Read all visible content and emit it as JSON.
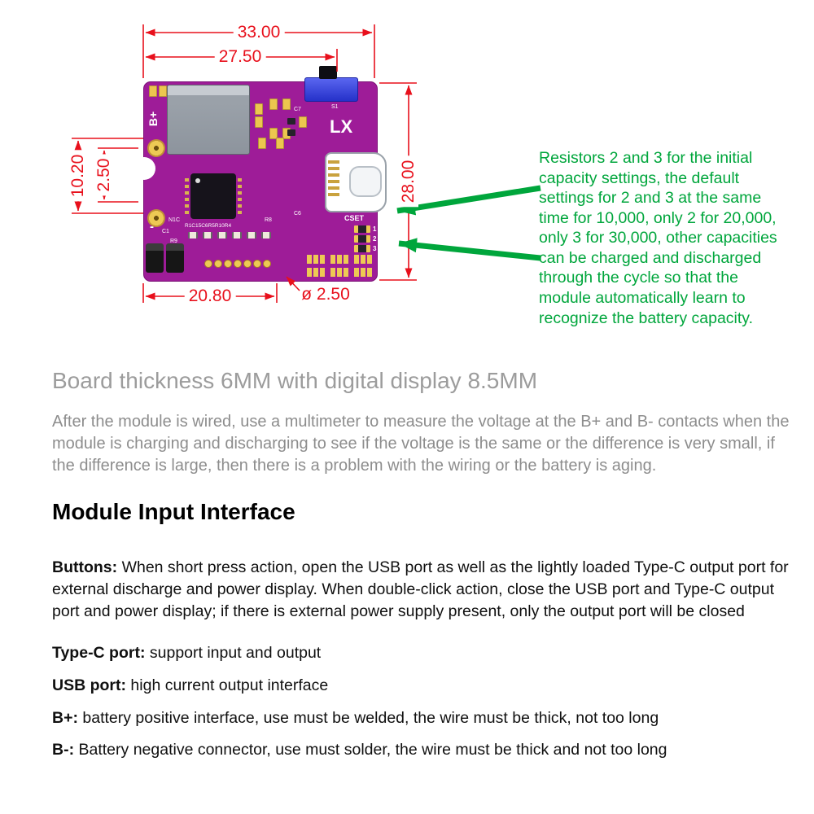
{
  "colors": {
    "dimension_red": "#e8101c",
    "note_green": "#00a63c",
    "pcb_purple": "#9e1c98",
    "pad_gold": "#edc954"
  },
  "diagram": {
    "dimensions": {
      "outer_width": "33.00",
      "inner_width": "27.50",
      "left_outer": "10.20",
      "left_inner": "2.50",
      "height": "28.00",
      "bottom_width": "20.80",
      "hole_diameter": "ø 2.50"
    },
    "board_labels": {
      "lx": "LX",
      "b_plus": "B+",
      "b_minus": "-",
      "cset": "CSET",
      "s1": "S1",
      "c7": "C7",
      "c6": "C6",
      "r8": "R8",
      "n1c": "N1C",
      "resistor_row": "R1C15C6R5R10R4",
      "c1": "C1",
      "r9": "R9",
      "res1": "1",
      "res2": "2",
      "res3": "3"
    },
    "note": "Resistors 2 and 3 for the initial capacity settings, the default settings for 2 and 3 at the same time for 10,000, only 2 for 20,000, only 3 for 30,000, other capacities can be charged and discharged through the cycle so that the module automatically learn to recognize the battery capacity."
  },
  "sections": {
    "thickness_heading": "Board thickness 6MM with digital display 8.5MM",
    "thickness_note": "After the module is wired, use a multimeter to measure the voltage at the B+ and B- contacts when the module is charging and discharging to see if the voltage is the same or the difference is very small, if the difference is large, then there is a problem with the wiring or the battery is aging.",
    "module_heading": "Module Input Interface",
    "items": [
      {
        "label": "Buttons:",
        "text": " When short press action, open the USB port as well as the lightly loaded Type-C output port for external discharge and power display. When double-click action, close the USB port and Type-C output port and power display; if there is external power supply present, only the output port will be closed"
      },
      {
        "label": "Type-C port:",
        "text": " support input and output"
      },
      {
        "label": "USB port:",
        "text": " high current output interface"
      },
      {
        "label": "B+:",
        "text": " battery positive interface, use must be welded, the wire must be thick, not too long"
      },
      {
        "label": "B-:",
        "text": " Battery negative connector, use must solder, the wire must be thick and not too long"
      }
    ]
  }
}
